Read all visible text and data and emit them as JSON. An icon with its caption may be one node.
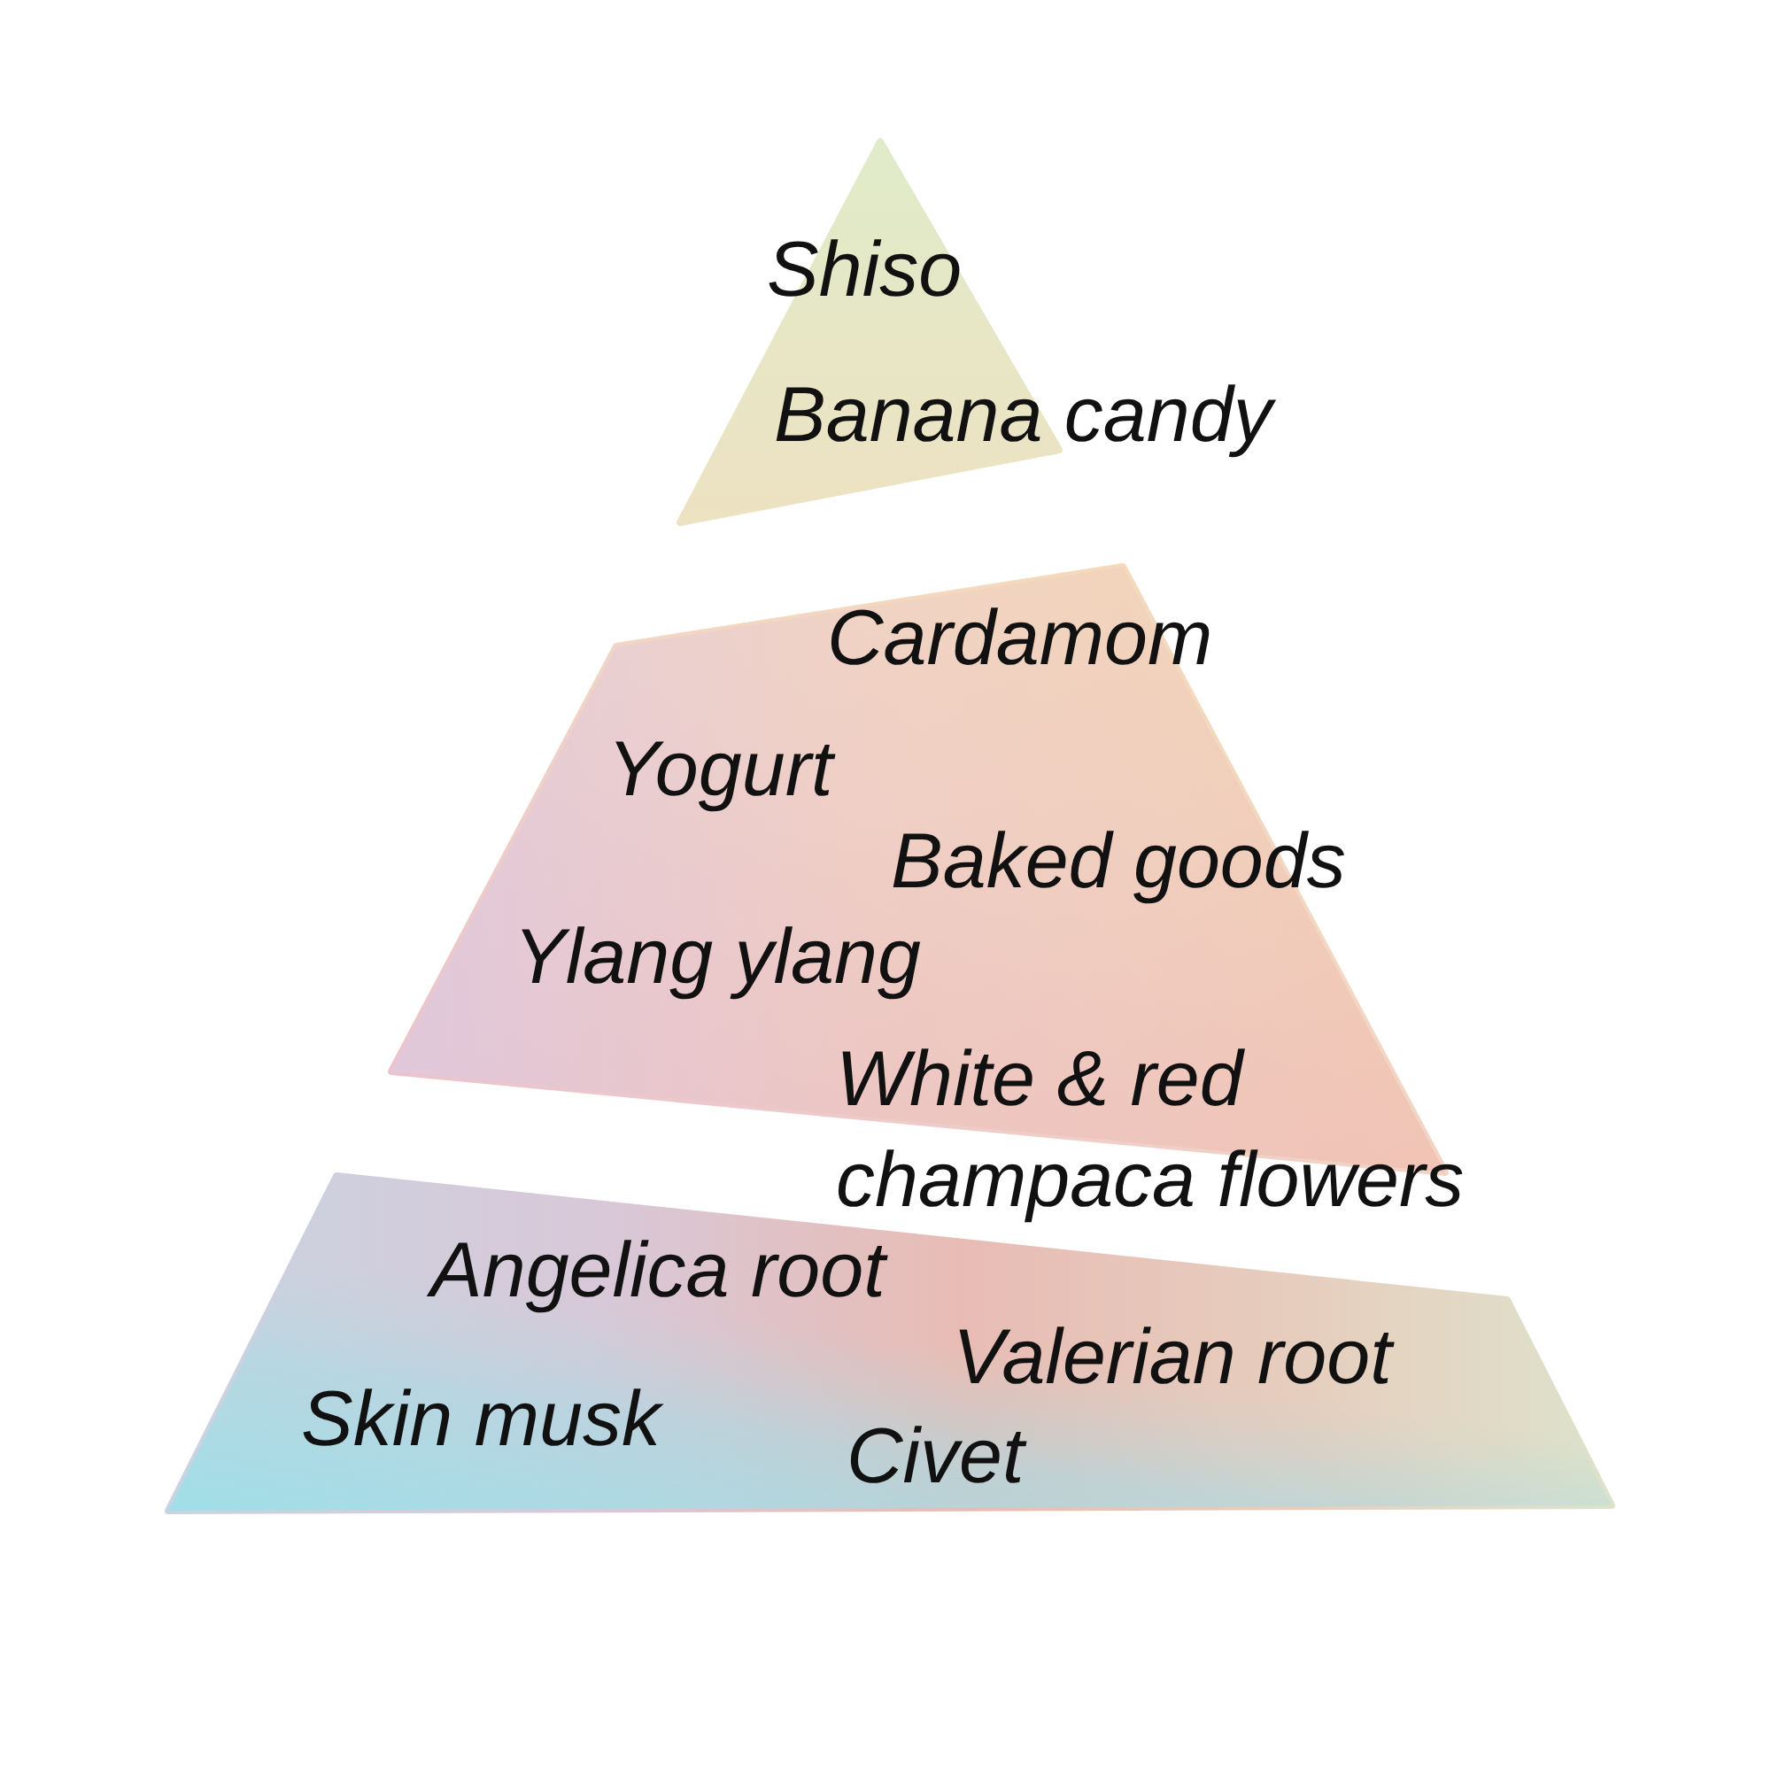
{
  "diagram": {
    "nodes": [
      {
        "text": [
          "Shiso",
          "Banana candy"
        ]
      },
      {
        "text": [
          "Cardamom",
          "Yogurt",
          "Baked goods",
          "Ylang ylang",
          "White & red champaca flowers"
        ]
      },
      {
        "text": [
          "Angelica root",
          "Valerian root",
          "Skin musk",
          "Civet"
        ]
      }
    ]
  }
}
